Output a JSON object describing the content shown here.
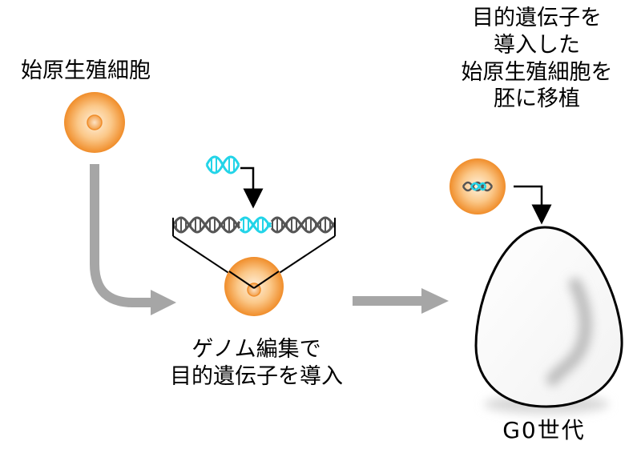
{
  "labels": {
    "pgc": "始原生殖細胞",
    "edit_lines": [
      "ゲノム編集で",
      "目的遺伝子を導入"
    ],
    "transplant_lines": [
      "目的遺伝子を",
      "導入した",
      "始原生殖細胞を",
      "胚に移植"
    ],
    "generation": "G0世代"
  },
  "colors": {
    "cell_outer": "#f59c3c",
    "cell_inner": "#fbd6aa",
    "dna_gray": "#555555",
    "dna_cyan": "#22d4e8",
    "arrow_gray": "#a6a6a6",
    "egg_shadow": "#bdbdbd"
  },
  "icons": [
    "cell-icon",
    "dna-helix-icon",
    "egg-icon",
    "arrow-icon"
  ]
}
